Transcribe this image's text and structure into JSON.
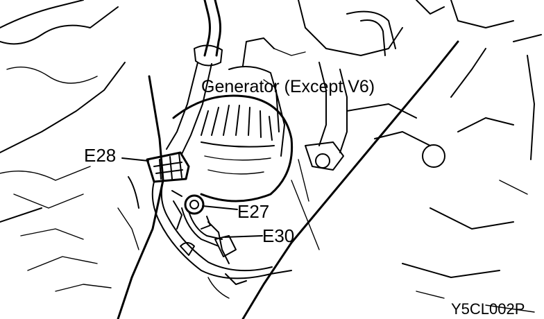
{
  "labels": {
    "generator": "Generator (Except V6)",
    "e28": "E28",
    "e27": "E27",
    "e30": "E30",
    "figure_code": "Y5CL002P"
  }
}
